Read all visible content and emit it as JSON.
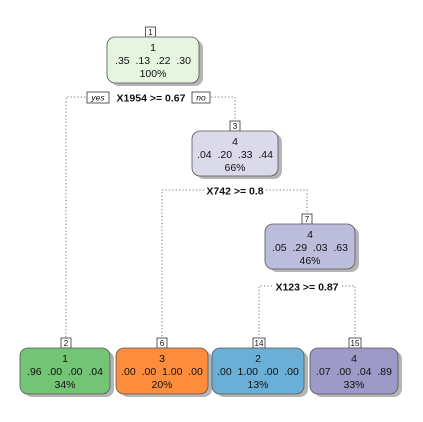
{
  "tree": {
    "nodes": [
      {
        "id": "1",
        "class_label": "1",
        "probs": ".35  .13  .22  .30",
        "pct": "100%",
        "fill": "#e5f5e0"
      },
      {
        "id": "3",
        "class_label": "4",
        "probs": ".04  .20  .33  .44",
        "pct": "66%",
        "fill": "#dadaeb"
      },
      {
        "id": "7",
        "class_label": "4",
        "probs": ".05  .29  .03  .63",
        "pct": "46%",
        "fill": "#bcbddc"
      },
      {
        "id": "2",
        "class_label": "1",
        "probs": ".96  .00  .00  .04",
        "pct": "34%",
        "fill": "#74c476"
      },
      {
        "id": "6",
        "class_label": "3",
        "probs": ".00  .00  1.00  .00",
        "pct": "20%",
        "fill": "#fd8d3c"
      },
      {
        "id": "14",
        "class_label": "2",
        "probs": ".00  1.00  .00  .00",
        "pct": "13%",
        "fill": "#6baed6"
      },
      {
        "id": "15",
        "class_label": "4",
        "probs": ".07  .00  .04  .89",
        "pct": "33%",
        "fill": "#9e9ac8"
      }
    ],
    "splits": [
      {
        "label": "X1954 >= 0.67"
      },
      {
        "label": "X742 >= 0.8"
      },
      {
        "label": "X123 >= 0.87"
      }
    ],
    "yes_label": "yes",
    "no_label": "no",
    "edge_color": "#777777",
    "text_color": "#111111"
  }
}
